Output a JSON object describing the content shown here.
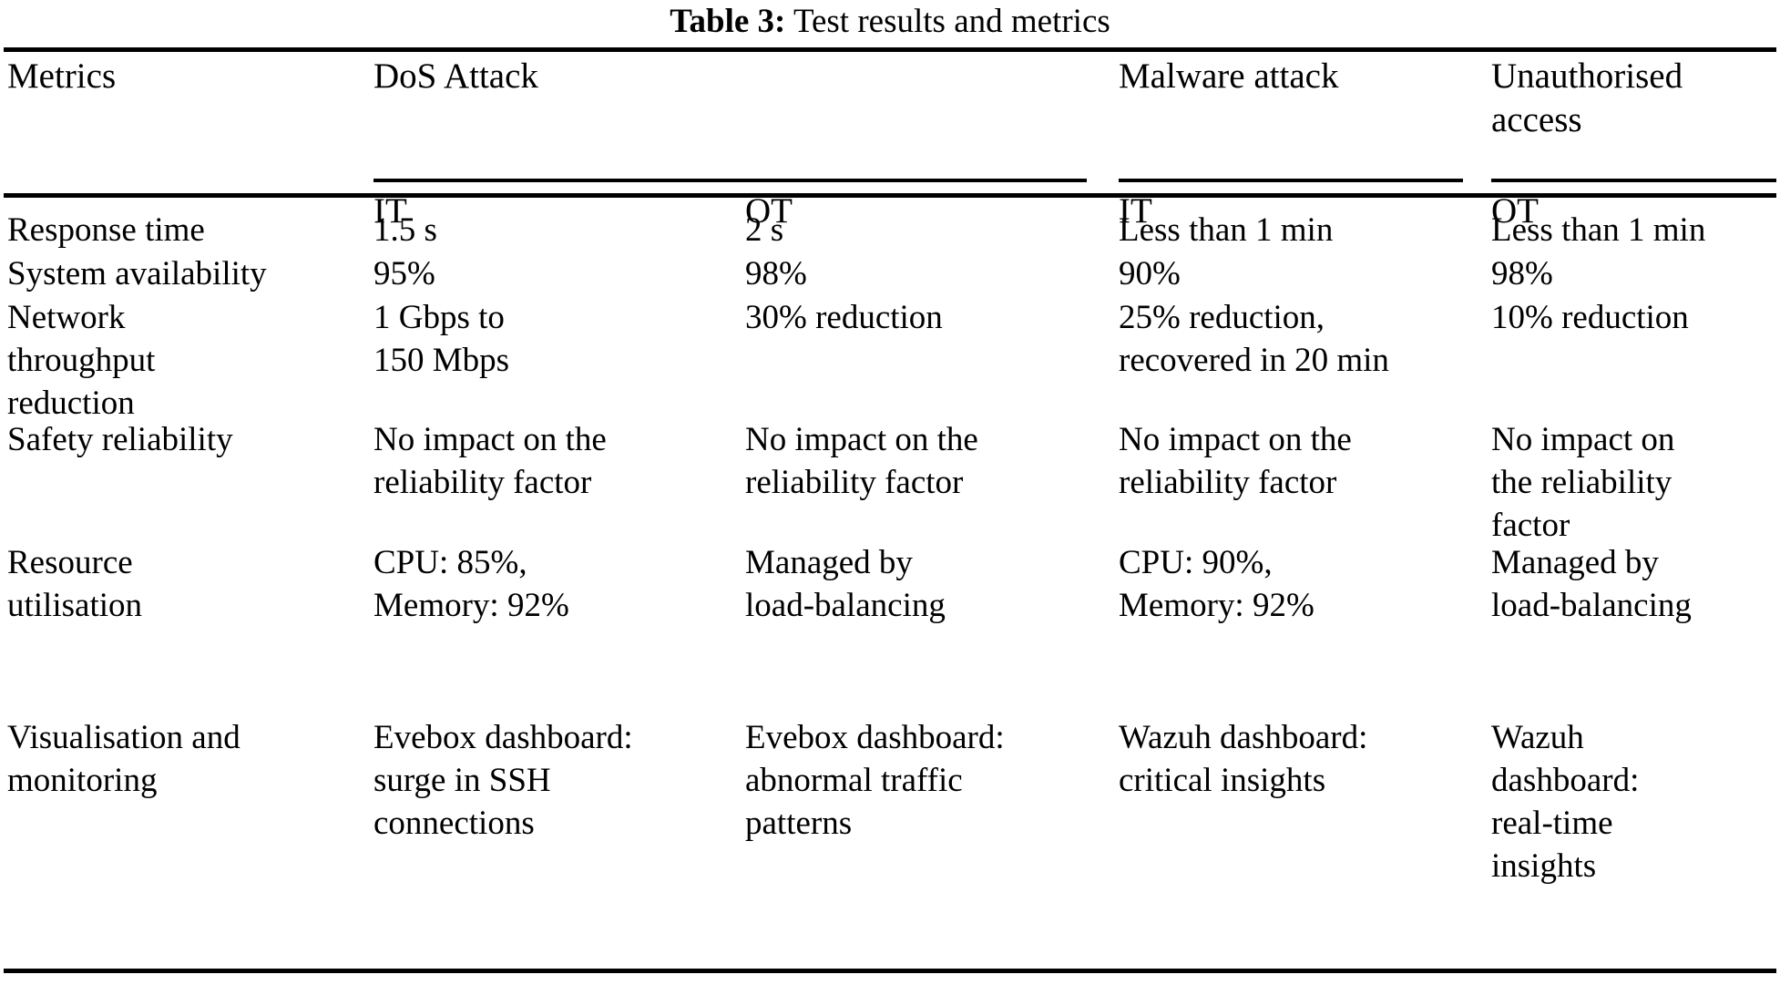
{
  "caption": {
    "label": "Table 3:",
    "text": "Test results and metrics"
  },
  "table": {
    "metrics_header": "Metrics",
    "group_headers": [
      "DoS Attack",
      "Malware attack",
      "Unauthorised access"
    ],
    "sub_headers": [
      "IT",
      "OT",
      "IT",
      "OT"
    ],
    "columns": [
      "Metrics",
      "DoS Attack — IT",
      "DoS Attack — OT",
      "Malware attack — IT",
      "Unauthorised access — OT"
    ],
    "rows": [
      {
        "metric": "Response time",
        "dos_it": "1.5 s",
        "dos_ot": "2 s",
        "malware_it": "Less than 1 min",
        "unauth_ot": "Less than 1 min"
      },
      {
        "metric": "System availability",
        "dos_it": "95%",
        "dos_ot": "98%",
        "malware_it": "90%",
        "unauth_ot": "98%"
      },
      {
        "metric": "Network\nthroughput\nreduction",
        "dos_it": "1 Gbps to\n150 Mbps",
        "dos_ot": "30% reduction",
        "malware_it": "25% reduction,\nrecovered in 20 min",
        "unauth_ot": "10% reduction"
      },
      {
        "metric": "Safety reliability",
        "dos_it": "No impact on the\nreliability factor",
        "dos_ot": "No impact on the\nreliability factor",
        "malware_it": "No impact on the\nreliability factor",
        "unauth_ot": "No impact on\nthe reliability\nfactor"
      },
      {
        "metric": "Resource\nutilisation",
        "dos_it": "CPU: 85%,\nMemory: 92%",
        "dos_ot": "Managed by\nload-balancing",
        "malware_it": "CPU: 90%,\nMemory: 92%",
        "unauth_ot": "Managed by\nload-balancing"
      },
      {
        "metric": "Visualisation and\nmonitoring",
        "dos_it": "Evebox dashboard:\nsurge in SSH\nconnections",
        "dos_ot": "Evebox dashboard:\nabnormal traffic\npatterns",
        "malware_it": "Wazuh dashboard:\ncritical insights",
        "unauth_ot": "Wazuh\ndashboard:\nreal-time\ninsights"
      }
    ]
  },
  "colors": {
    "text": "#000000",
    "background": "#ffffff",
    "rule": "#000000"
  }
}
